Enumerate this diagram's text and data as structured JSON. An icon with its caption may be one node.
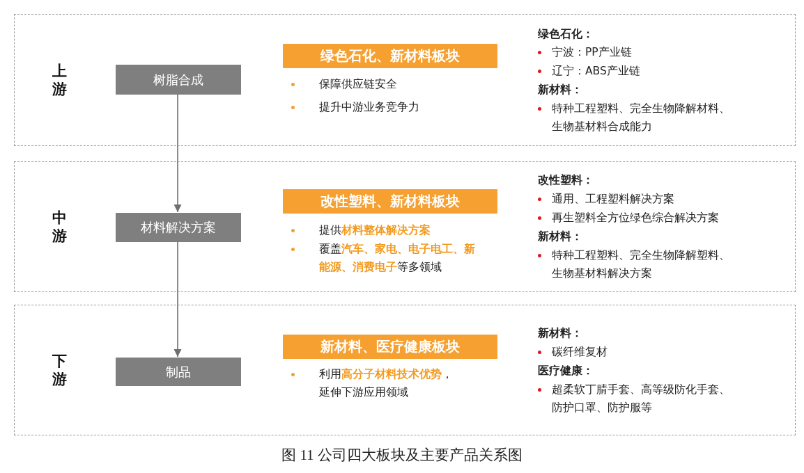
{
  "diagram": {
    "caption": "图 11 公司四大板块及主要产品关系图",
    "nodes": [
      {
        "text": [
          "上游"
        ]
      },
      {
        "text": [
          "树脂合成"
        ],
        "in": 0
      },
      {
        "text": [
          "绿色石化、新材料板块"
        ],
        "in": 0
      },
      {
        "text": [
          "中游"
        ]
      },
      {
        "text": [
          "材料解决方案"
        ],
        "in": 3
      },
      {
        "text": [
          "改性塑料、新材料板块"
        ],
        "in": 3
      },
      {
        "text": [
          "下游"
        ]
      },
      {
        "text": [
          "制品"
        ],
        "in": 6
      },
      {
        "text": [
          "新材料、医疗健康板块"
        ],
        "in": 6
      }
    ],
    "edges": [
      {
        "from": 1,
        "to": 4,
        "arrow": "to"
      },
      {
        "from": 4,
        "to": 7,
        "arrow": "to"
      }
    ],
    "labels": [
      "保障供应链安全",
      "提升中游业务竞争力",
      "绿色石化：",
      "宁波：PP产业链",
      "辽宁：ABS产业链",
      "新材料：",
      "特种工程塑料、完全生物降解材料、生物基材料合成能力",
      "提供**材料整体解决方案**",
      "覆盖**汽车、家电、电子电工、新能源、消费电子**等多领域",
      "改性塑料：",
      "通用、工程塑料解决方案",
      "再生塑料全方位绿色综合解决方案",
      "新材料：",
      "特种工程塑料、完全生物降解塑料、生物基材料解决方案",
      "利用**高分子材料技术优势**，延伸下游应用领域",
      "新材料：",
      "碳纤维复材",
      "医疗健康：",
      "超柔软丁腈手套、高等级防化手套、防护口罩、防护服等"
    ]
  }
}
